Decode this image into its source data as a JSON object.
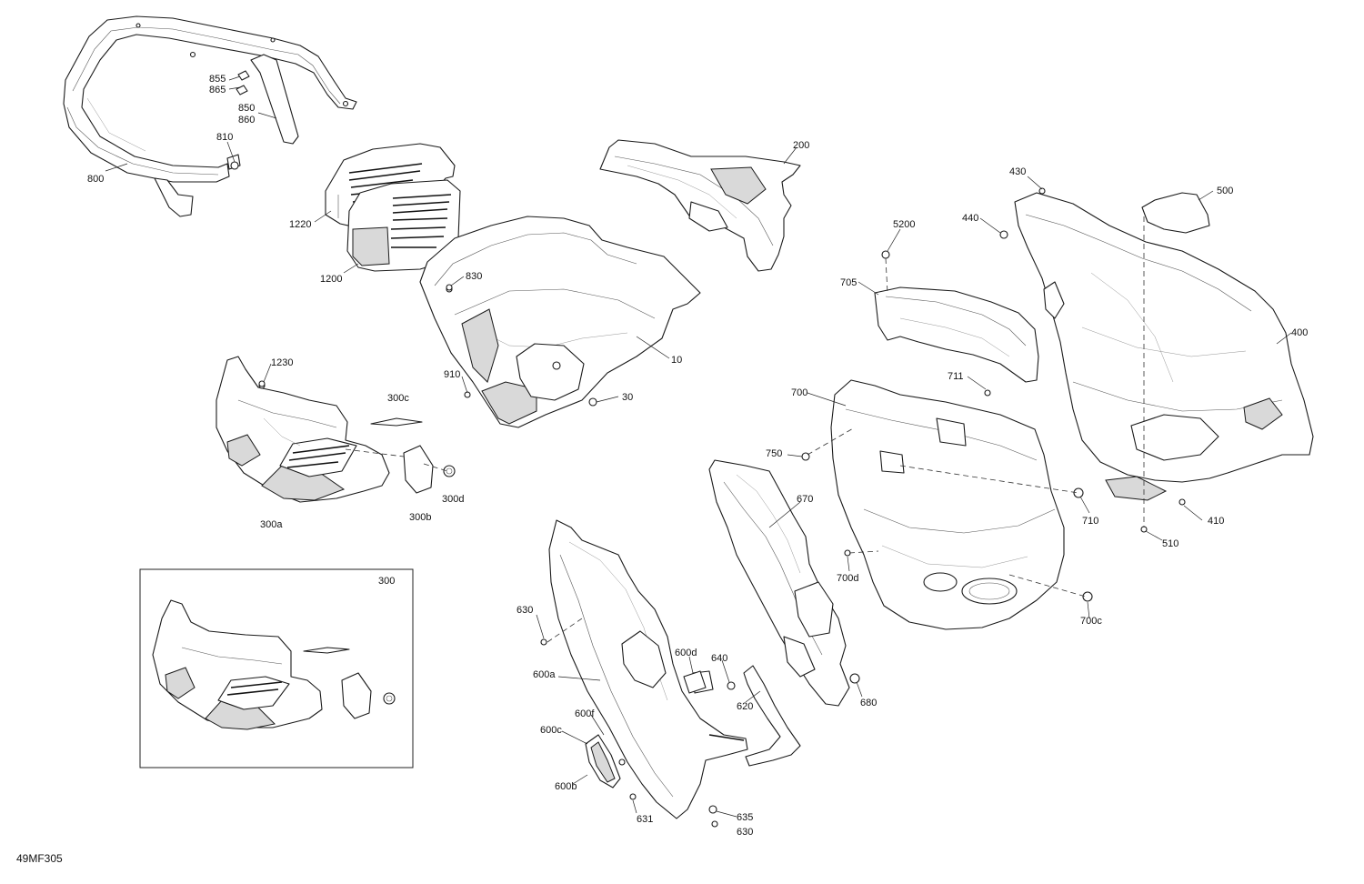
{
  "figure_code": "49MF305",
  "inset_label": "300",
  "callouts": [
    {
      "id": "855",
      "text": "855"
    },
    {
      "id": "865",
      "text": "865"
    },
    {
      "id": "850",
      "text": "850"
    },
    {
      "id": "860",
      "text": "860"
    },
    {
      "id": "810",
      "text": "810"
    },
    {
      "id": "800",
      "text": "800"
    },
    {
      "id": "1220",
      "text": "1220"
    },
    {
      "id": "1200",
      "text": "1200"
    },
    {
      "id": "200",
      "text": "200"
    },
    {
      "id": "830",
      "text": "830"
    },
    {
      "id": "10",
      "text": "10"
    },
    {
      "id": "910",
      "text": "910"
    },
    {
      "id": "30",
      "text": "30"
    },
    {
      "id": "1230",
      "text": "1230"
    },
    {
      "id": "300c",
      "text": "300c"
    },
    {
      "id": "300a",
      "text": "300a"
    },
    {
      "id": "300b",
      "text": "300b"
    },
    {
      "id": "300d",
      "text": "300d"
    },
    {
      "id": "430",
      "text": "430"
    },
    {
      "id": "500",
      "text": "500"
    },
    {
      "id": "440",
      "text": "440"
    },
    {
      "id": "5200",
      "text": "5200"
    },
    {
      "id": "705",
      "text": "705"
    },
    {
      "id": "400",
      "text": "400"
    },
    {
      "id": "711",
      "text": "711"
    },
    {
      "id": "700",
      "text": "700"
    },
    {
      "id": "750",
      "text": "750"
    },
    {
      "id": "670",
      "text": "670"
    },
    {
      "id": "710",
      "text": "710"
    },
    {
      "id": "410",
      "text": "410"
    },
    {
      "id": "510",
      "text": "510"
    },
    {
      "id": "700d",
      "text": "700d"
    },
    {
      "id": "700c",
      "text": "700c"
    },
    {
      "id": "630a",
      "text": "630"
    },
    {
      "id": "600d",
      "text": "600d"
    },
    {
      "id": "640",
      "text": "640"
    },
    {
      "id": "600a",
      "text": "600a"
    },
    {
      "id": "620",
      "text": "620"
    },
    {
      "id": "680",
      "text": "680"
    },
    {
      "id": "600f",
      "text": "600f"
    },
    {
      "id": "600c",
      "text": "600c"
    },
    {
      "id": "600b",
      "text": "600b"
    },
    {
      "id": "631",
      "text": "631"
    },
    {
      "id": "635",
      "text": "635"
    },
    {
      "id": "630b",
      "text": "630"
    }
  ]
}
